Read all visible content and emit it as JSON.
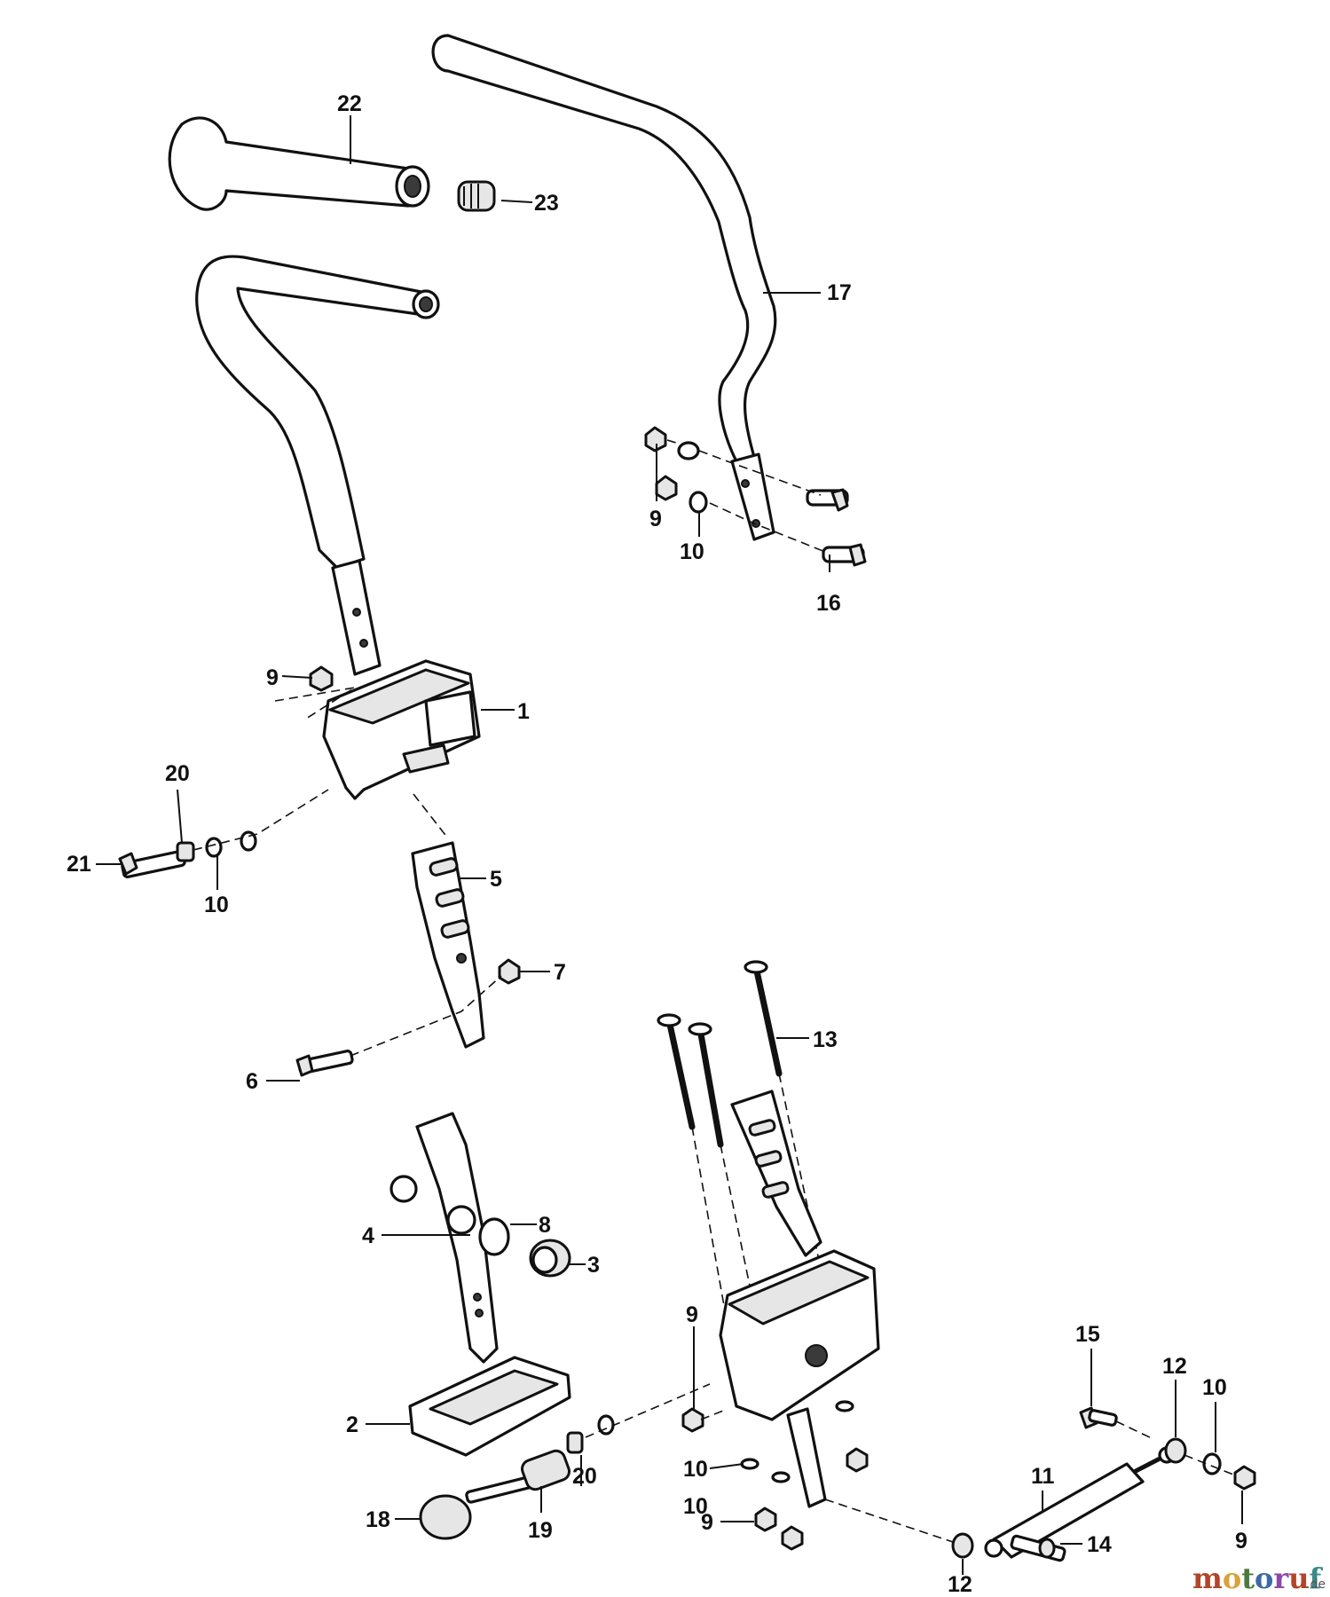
{
  "callouts": [
    {
      "id": "c22",
      "label": "22"
    },
    {
      "id": "c23",
      "label": "23"
    },
    {
      "id": "c17",
      "label": "17"
    },
    {
      "id": "c9a",
      "label": "9"
    },
    {
      "id": "c10a",
      "label": "10"
    },
    {
      "id": "c16",
      "label": "16"
    },
    {
      "id": "c9b",
      "label": "9"
    },
    {
      "id": "c1",
      "label": "1"
    },
    {
      "id": "c20a",
      "label": "20"
    },
    {
      "id": "c21",
      "label": "21"
    },
    {
      "id": "c10b",
      "label": "10"
    },
    {
      "id": "c5",
      "label": "5"
    },
    {
      "id": "c7",
      "label": "7"
    },
    {
      "id": "c6",
      "label": "6"
    },
    {
      "id": "c13",
      "label": "13"
    },
    {
      "id": "c8",
      "label": "8"
    },
    {
      "id": "c4",
      "label": "4"
    },
    {
      "id": "c3",
      "label": "3"
    },
    {
      "id": "c9c",
      "label": "9"
    },
    {
      "id": "c15",
      "label": "15"
    },
    {
      "id": "c12a",
      "label": "12"
    },
    {
      "id": "c10c",
      "label": "10"
    },
    {
      "id": "c10d",
      "label": "10"
    },
    {
      "id": "c11",
      "label": "11"
    },
    {
      "id": "c2",
      "label": "2"
    },
    {
      "id": "c20b",
      "label": "20"
    },
    {
      "id": "c9d",
      "label": "9"
    },
    {
      "id": "c10e",
      "label": "10"
    },
    {
      "id": "c9e",
      "label": "9"
    },
    {
      "id": "c19",
      "label": "19"
    },
    {
      "id": "c18",
      "label": "18"
    },
    {
      "id": "c14",
      "label": "14"
    },
    {
      "id": "c12b",
      "label": "12"
    }
  ],
  "watermark": {
    "text": "motoruf",
    "suffix": ".de"
  }
}
